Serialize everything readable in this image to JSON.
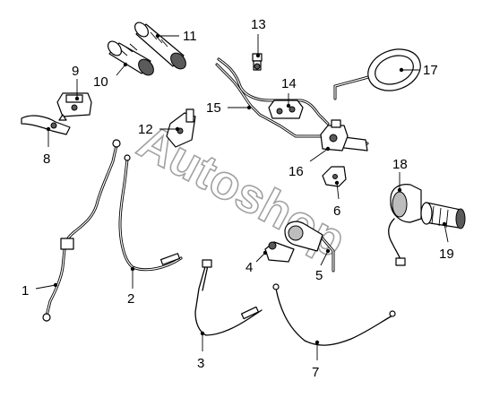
{
  "watermark": "Autoshop",
  "callouts": {
    "c1": "1",
    "c2": "2",
    "c3": "3",
    "c4": "4",
    "c5": "5",
    "c6": "6",
    "c7": "7",
    "c8": "8",
    "c9": "9",
    "c10": "10",
    "c11": "11",
    "c12": "12",
    "c13": "13",
    "c14": "14",
    "c15": "15",
    "c16": "16",
    "c17": "17",
    "c18": "18",
    "c19": "19"
  }
}
